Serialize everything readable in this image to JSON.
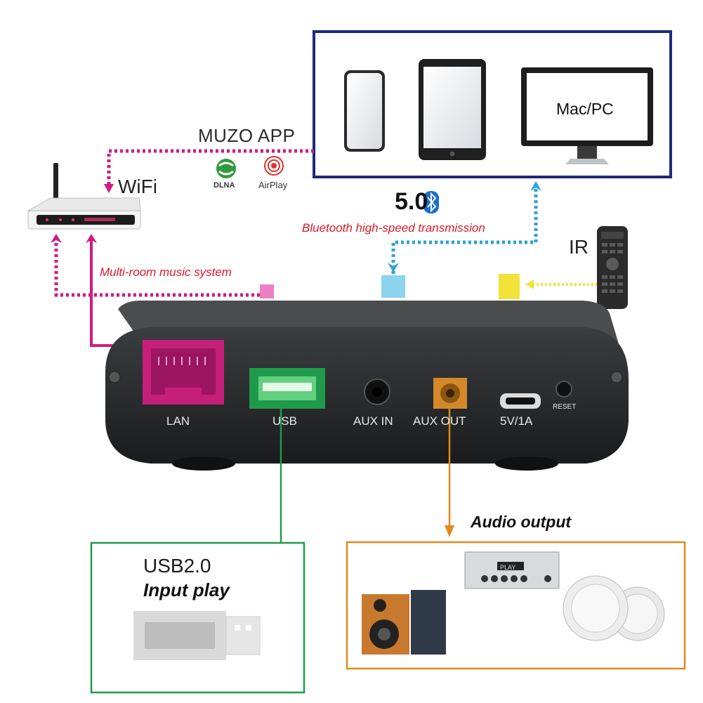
{
  "app": {
    "muzo_label": "MUZO APP",
    "wifi_label": "WiFi",
    "dlna_label": "DLNA",
    "airplay_label": "AirPlay",
    "macpc_label": "Mac/PC",
    "bt_version": "5.0",
    "bt_text": "Bluetooth high-speed transmission",
    "ir_label": "IR",
    "multiroom_text": "Multi-room music system"
  },
  "ports": {
    "lan": "LAN",
    "usb": "USB",
    "aux_in": "AUX IN",
    "aux_out": "AUX OUT",
    "power": "5V/1A",
    "reset": "RESET"
  },
  "usb_box": {
    "title": "USB2.0",
    "subtitle": "Input play"
  },
  "audio_box": {
    "title": "Audio output",
    "amp_display": "PLAY"
  },
  "colors": {
    "devices_border": "#1f2a7a",
    "magenta": "#d4197f",
    "blue_dotted": "#2aa3d8",
    "yellow": "#f2e23a",
    "green": "#1f9a4a",
    "orange": "#e08a1e",
    "red_text": "#e0182d",
    "pink_marker": "#ea7fc4",
    "cyan_marker": "#8cd3ee"
  }
}
